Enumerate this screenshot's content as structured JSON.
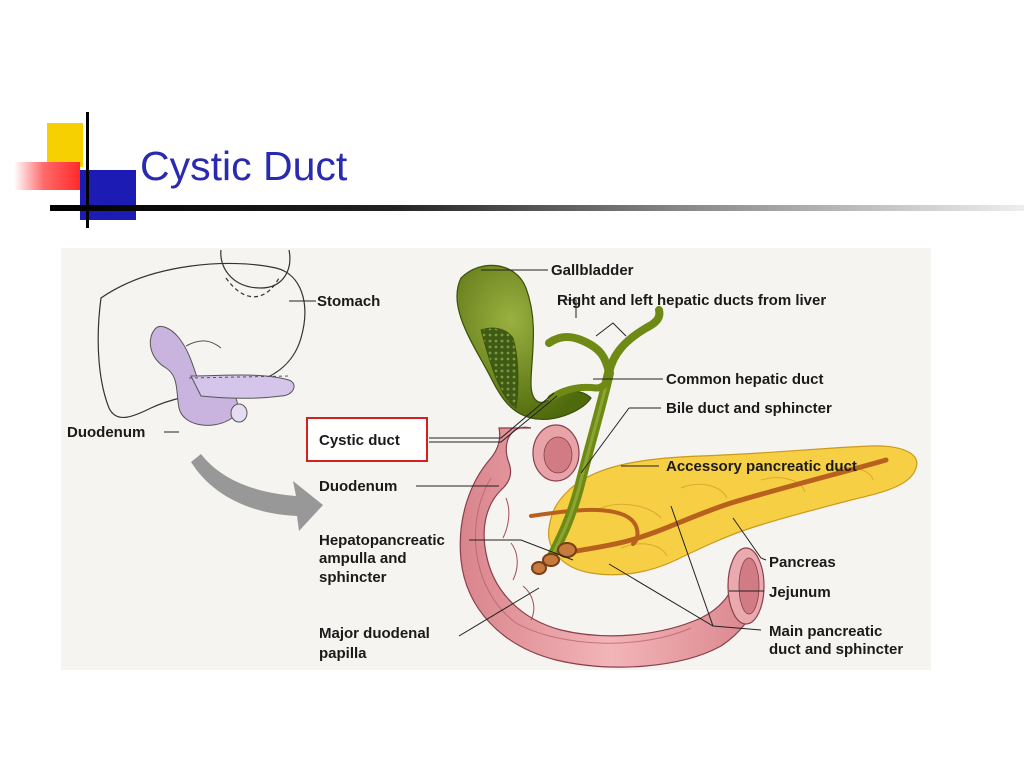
{
  "slide": {
    "title": "Cystic Duct"
  },
  "figure": {
    "labels": {
      "stomach": "Stomach",
      "duodenum_inset": "Duodenum",
      "gallbladder": "Gallbladder",
      "hepatic_ducts": "Right and left hepatic ducts from liver",
      "common_hepatic": "Common hepatic duct",
      "bile_duct": "Bile duct and sphincter",
      "cystic_duct": "Cystic duct",
      "accessory_pancreatic": "Accessory pancreatic duct",
      "duodenum": "Duodenum",
      "hepatopancreatic_1": "Hepatopancreatic",
      "hepatopancreatic_2": "ampulla and",
      "hepatopancreatic_3": "sphincter",
      "pancreas": "Pancreas",
      "jejunum": "Jejunum",
      "major_papilla_1": "Major duodenal",
      "major_papilla_2": "papilla",
      "main_pancreatic_1": "Main pancreatic",
      "main_pancreatic_2": "duct and sphincter"
    },
    "highlight_label": "cystic_duct",
    "colors": {
      "gallbladder": "#6e8a14",
      "duodenum": "#e59aa0",
      "pancreas": "#f7cf45",
      "ducts": "#c06a28",
      "inset_organ": "#c9b4e0",
      "highlight_box": "#d42020",
      "arrow": "#8e8e8e"
    }
  }
}
